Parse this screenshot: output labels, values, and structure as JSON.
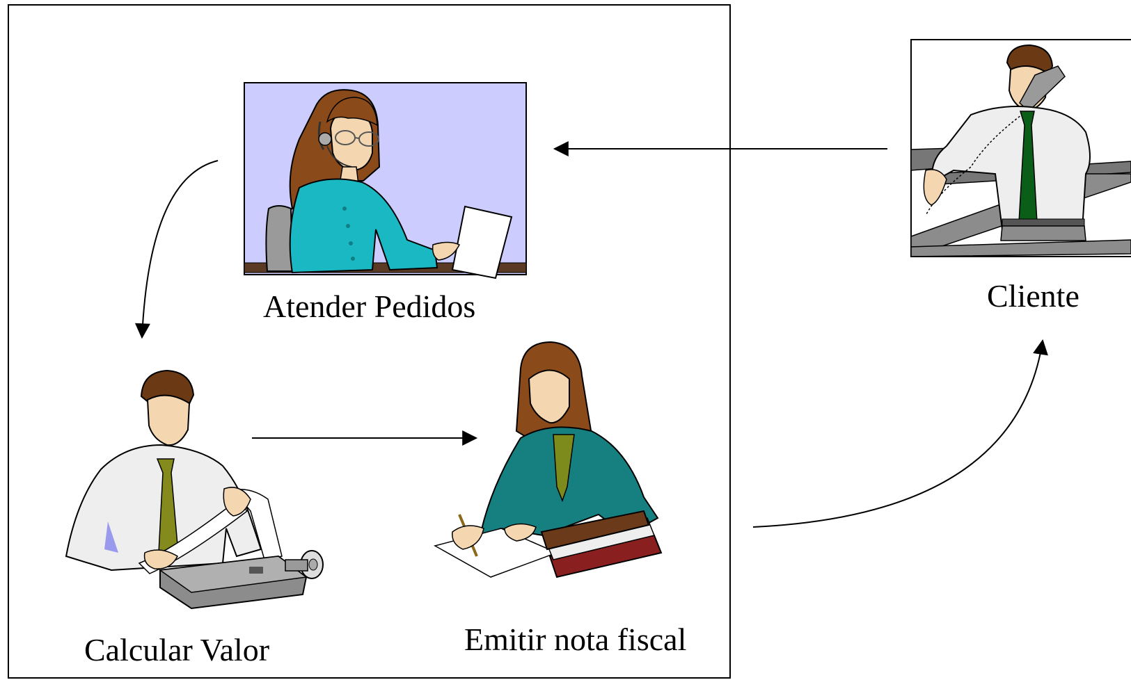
{
  "labels": {
    "atender": "Atender Pedidos",
    "calcular": "Calcular Valor",
    "emitir": "Emitir nota fiscal",
    "cliente": "Cliente"
  },
  "colors": {
    "line": "#000000",
    "frame_fill": "#ccccff",
    "teal_shirt": "#19b8c2",
    "green_jacket": "#167f80",
    "white_shirt": "#eeeeee",
    "olive_tie": "#848b1c",
    "dark_green_tie": "#0b5e17",
    "hair_brown": "#8a4a1a",
    "book_brown": "#6a3a1a",
    "book_red": "#8a1f1f",
    "grey": "#8c8c8c",
    "skin": "#f4d6b0"
  },
  "icons": {
    "atender": "call-center-operator-icon",
    "calcular": "man-with-calculator-icon",
    "emitir": "woman-writing-icon",
    "cliente": "man-on-phone-icon"
  }
}
